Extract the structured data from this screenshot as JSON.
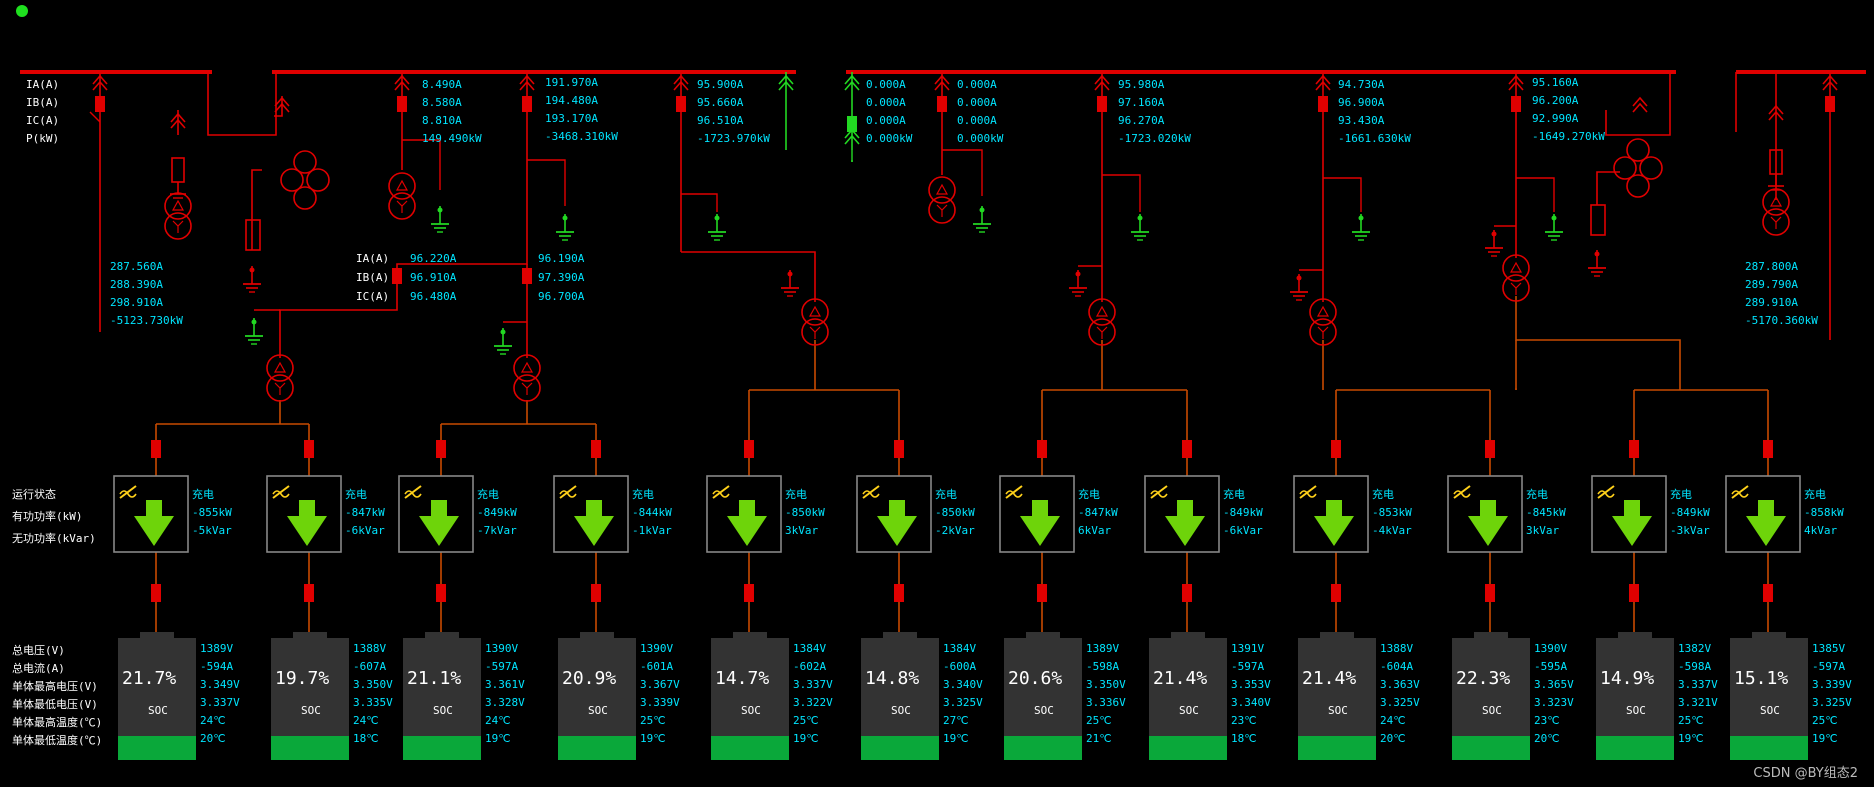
{
  "status_indicator_color": "#1fe01f",
  "colors": {
    "bus": "#e00000",
    "feeder": "#c84a00",
    "reading": "#00e5ff",
    "grounded": "#22d822",
    "battery_fill": "#0aa83a",
    "pcs_arrow": "#6ed40a",
    "pcs_symbol": "#ffd11a"
  },
  "row_labels": {
    "ia": "IA(A)",
    "ib": "IB(A)",
    "ic": "IC(A)",
    "p": "P(kW)",
    "run_status": "运行状态",
    "active_power": "有功功率(kW)",
    "reactive_power": "无功功率(kVar)",
    "total_voltage": "总电压(V)",
    "total_current": "总电流(A)",
    "cell_max_voltage": "单体最高电压(V)",
    "cell_min_voltage": "单体最低电压(V)",
    "cell_max_temp": "单体最高温度(℃)",
    "cell_min_temp": "单体最低温度(℃)",
    "soc": "SOC"
  },
  "bus_readings": {
    "left": [
      "287.560A",
      "288.390A",
      "298.910A",
      "-5123.730kW"
    ],
    "right": [
      "287.800A",
      "289.790A",
      "289.910A",
      "-5170.360kW"
    ]
  },
  "feeder_readings": [
    [
      "8.490A",
      "8.580A",
      "8.810A",
      "149.490kW"
    ],
    [
      "191.970A",
      "194.480A",
      "193.170A",
      "-3468.310kW"
    ],
    [
      "95.900A",
      "95.660A",
      "96.510A",
      "-1723.970kW"
    ],
    [
      "0.000A",
      "0.000A",
      "0.000A",
      "0.000kW"
    ],
    [
      "0.000A",
      "0.000A",
      "0.000A",
      "0.000kW"
    ],
    [
      "95.980A",
      "97.160A",
      "96.270A",
      "-1723.020kW"
    ],
    [
      "94.730A",
      "96.900A",
      "93.430A",
      "-1661.630kW"
    ],
    [
      "95.160A",
      "96.200A",
      "92.990A",
      "-1649.270kW"
    ]
  ],
  "sub_readings": {
    "left": [
      "96.220A",
      "96.910A",
      "96.480A"
    ],
    "right": [
      "96.190A",
      "97.390A",
      "96.700A"
    ]
  },
  "units": [
    {
      "status": "充电",
      "p": "-855kW",
      "q": "-5kVar",
      "v": "1389V",
      "i": "-594A",
      "vmax": "3.349V",
      "vmin": "3.337V",
      "tmax": "24℃",
      "tmin": "20℃",
      "soc": "21.7%"
    },
    {
      "status": "充电",
      "p": "-847kW",
      "q": "-6kVar",
      "v": "1388V",
      "i": "-607A",
      "vmax": "3.350V",
      "vmin": "3.335V",
      "tmax": "24℃",
      "tmin": "18℃",
      "soc": "19.7%"
    },
    {
      "status": "充电",
      "p": "-849kW",
      "q": "-7kVar",
      "v": "1390V",
      "i": "-597A",
      "vmax": "3.361V",
      "vmin": "3.328V",
      "tmax": "24℃",
      "tmin": "19℃",
      "soc": "21.1%"
    },
    {
      "status": "充电",
      "p": "-844kW",
      "q": "-1kVar",
      "v": "1390V",
      "i": "-601A",
      "vmax": "3.367V",
      "vmin": "3.339V",
      "tmax": "25℃",
      "tmin": "19℃",
      "soc": "20.9%"
    },
    {
      "status": "充电",
      "p": "-850kW",
      "q": "3kVar",
      "v": "1384V",
      "i": "-602A",
      "vmax": "3.337V",
      "vmin": "3.322V",
      "tmax": "25℃",
      "tmin": "19℃",
      "soc": "14.7%"
    },
    {
      "status": "充电",
      "p": "-850kW",
      "q": "-2kVar",
      "v": "1384V",
      "i": "-600A",
      "vmax": "3.340V",
      "vmin": "3.325V",
      "tmax": "27℃",
      "tmin": "19℃",
      "soc": "14.8%"
    },
    {
      "status": "充电",
      "p": "-847kW",
      "q": "6kVar",
      "v": "1389V",
      "i": "-598A",
      "vmax": "3.350V",
      "vmin": "3.336V",
      "tmax": "25℃",
      "tmin": "21℃",
      "soc": "20.6%"
    },
    {
      "status": "充电",
      "p": "-849kW",
      "q": "-6kVar",
      "v": "1391V",
      "i": "-597A",
      "vmax": "3.353V",
      "vmin": "3.340V",
      "tmax": "23℃",
      "tmin": "18℃",
      "soc": "21.4%"
    },
    {
      "status": "充电",
      "p": "-853kW",
      "q": "-4kVar",
      "v": "1388V",
      "i": "-604A",
      "vmax": "3.363V",
      "vmin": "3.325V",
      "tmax": "24℃",
      "tmin": "20℃",
      "soc": "21.4%"
    },
    {
      "status": "充电",
      "p": "-845kW",
      "q": "3kVar",
      "v": "1390V",
      "i": "-595A",
      "vmax": "3.365V",
      "vmin": "3.323V",
      "tmax": "23℃",
      "tmin": "20℃",
      "soc": "22.3%"
    },
    {
      "status": "充电",
      "p": "-849kW",
      "q": "-3kVar",
      "v": "1382V",
      "i": "-598A",
      "vmax": "3.337V",
      "vmin": "3.321V",
      "tmax": "25℃",
      "tmin": "19℃",
      "soc": "14.9%"
    },
    {
      "status": "充电",
      "p": "-858kW",
      "q": "4kVar",
      "v": "1385V",
      "i": "-597A",
      "vmax": "3.339V",
      "vmin": "3.325V",
      "tmax": "25℃",
      "tmin": "19℃",
      "soc": "15.1%"
    }
  ],
  "watermark": "CSDN @BY组态2"
}
